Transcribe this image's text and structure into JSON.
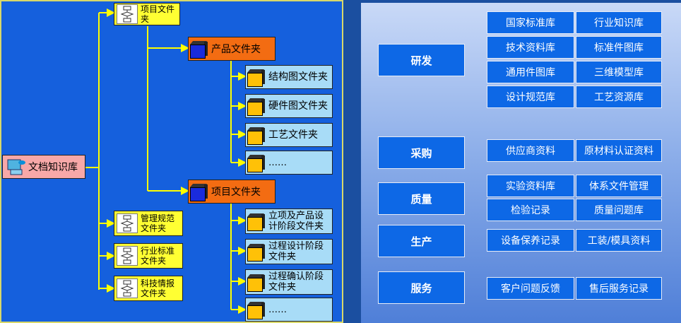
{
  "left": {
    "root": "文档知识库",
    "top_folder": "项目文件夹",
    "product_folder": "产品文件夹",
    "product_children": [
      "结构图文件夹",
      "硬件图文件夹",
      "工艺文件夹",
      "……"
    ],
    "project_folder": "项目文件夹",
    "project_children": [
      "立项及产品设计阶段文件夹",
      "过程设计阶段文件夹",
      "过程确认阶段文件夹",
      "……"
    ],
    "other_folders": [
      "管理规范文件夹",
      "行业标准文件夹",
      "科技情报文件夹"
    ]
  },
  "right": {
    "categories": [
      "研发",
      "采购",
      "质量",
      "生产",
      "服务"
    ],
    "rnd_libs": [
      "国家标准库",
      "行业知识库",
      "技术资料库",
      "标准件图库",
      "通用件图库",
      "三维模型库",
      "设计规范库",
      "工艺资源库"
    ],
    "purchase_libs": [
      "供应商资料",
      "原材料认证资料"
    ],
    "quality_libs": [
      "实验资料库",
      "体系文件管理",
      "检验记录",
      "质量问题库"
    ],
    "production_libs": [
      "设备保养记录",
      "工装/模具资料"
    ],
    "service_libs": [
      "客户问题反馈",
      "售后服务记录"
    ]
  },
  "colors": {
    "panel_blue": "#1560dd",
    "yellow": "#ffff33",
    "orange": "#f36c12",
    "light_blue": "#a8dcf7",
    "pink": "#f7a8a8",
    "line": "#ffff00"
  }
}
